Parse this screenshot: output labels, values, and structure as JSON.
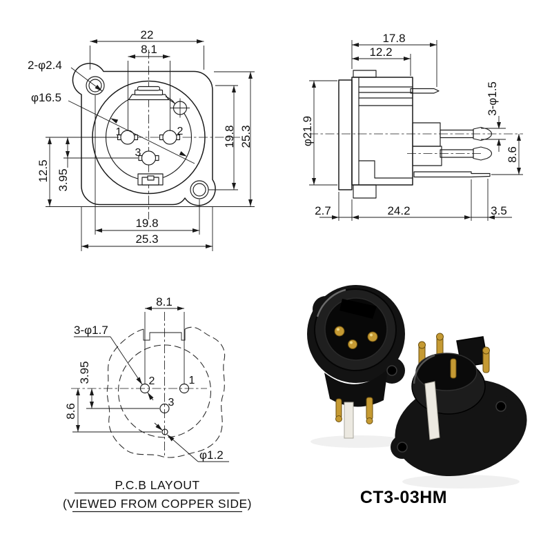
{
  "palette": {
    "background": "#ffffff",
    "line": "#1a1a1a",
    "gold_pin": "#c59a33",
    "black_plastic": "#141414",
    "solder_blade": "#ece9e1"
  },
  "front_view": {
    "dim_overall_width": "22",
    "dim_pin_pitch": "8.1",
    "dim_mounting_holes": "2-φ2.4",
    "dim_insert_diameter": "φ16.5",
    "dim_hole_span_vertical": "19.8",
    "dim_flange_height": "25.3",
    "dim_pin_to_edge": "12.5",
    "dim_pin3_offset": "3.95",
    "dim_hole_span_horizontal": "19.8",
    "dim_flange_width": "25.3",
    "pin1_label": "1",
    "pin2_label": "2",
    "pin3_label": "3"
  },
  "side_view": {
    "dim_total_depth": "17.8",
    "dim_body_depth": "12.2",
    "dim_barrel_diameter": "φ21.9",
    "dim_pin_diameter": "3-φ1.5",
    "dim_pin_to_tab": "8.6",
    "dim_flange_thickness": "2.7",
    "dim_pin_length": "24.2",
    "dim_tab_length": "3.5"
  },
  "pcb_layout": {
    "dim_pad_pitch": "8.1",
    "dim_hole_diameter": "3-φ1.7",
    "dim_pin3_offset": "3.95",
    "dim_key_offset": "8.6",
    "dim_key_hole_diameter": "φ1.2",
    "pin1_label": "1",
    "pin2_label": "2",
    "pin3_label": "3",
    "caption_title": "P.C.B LAYOUT",
    "caption_subtitle": "(VIEWED FROM COPPER SIDE)"
  },
  "photo": {
    "model_number": "CT3-03HM"
  }
}
